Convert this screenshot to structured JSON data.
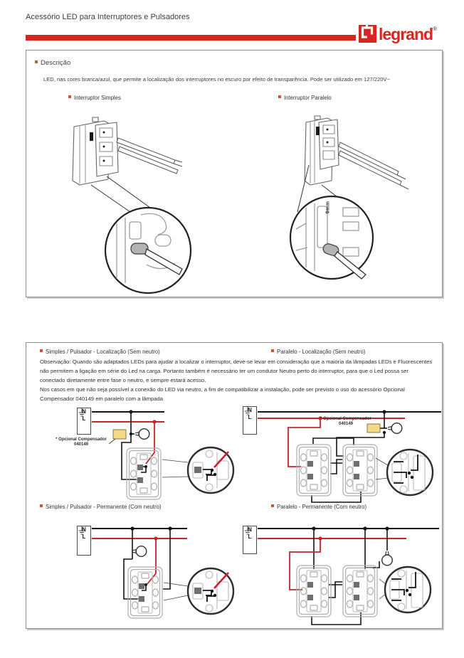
{
  "header": {
    "title": "Acessório LED para Interruptores e Pulsadores",
    "brand": "legrand",
    "registered_mark": "®"
  },
  "colors": {
    "brand_red": "#d7261f",
    "wire_red": "#c8232b",
    "wire_black": "#141414",
    "compensator_yellow": "#f5d98b",
    "bullet_orange": "#bf5b32"
  },
  "description": {
    "title": "Descrição",
    "body": "LED, nas cores branca/azul, que permite a localização dos interruptores no escuro por efeito de transparência. Pode ser utilizado em 127/220V~",
    "figure_simple_label": "Interruptor Simples",
    "figure_parallel_label": "Interruptor Paralelo",
    "led_depth_label": "9mm"
  },
  "wiring": {
    "titles": {
      "simple_localization": "Simples / Pulsador - Localização (Sem neutro)",
      "parallel_localization": "Paralelo - Localização (Sem neutro)",
      "simple_permanent": "Simples / Pulsador - Permanente (Com neutro)",
      "parallel_permanent": "Paralelo - Permanente (Com neutro)"
    },
    "note_line1": "Observação: Quando são adaptados LEDs para ajudar a localizar o interruptor, deve-se levar em consideração que a maioria da lâmpadas LEDs e Fluorescentes não permitem a ligação em série do Led na carga. Portanto também é necessário ter um condutor Neutro perto do interruptor, para que o Led possa ser conectado diretamente entre fase o neutro, e sempre estará acesso.",
    "note_line2": "Nos casos em que não seja possível a conexão do LED via neutro, a fim de compatibilizar a instalação,  pode ser previsto o uso do acessório Opcional Compensador 040149 em paralelo com a lâmpada",
    "supply": {
      "neutral": "N",
      "line": "L"
    },
    "compensator_label": "* Opcional Compensador",
    "compensator_code": "040149"
  }
}
